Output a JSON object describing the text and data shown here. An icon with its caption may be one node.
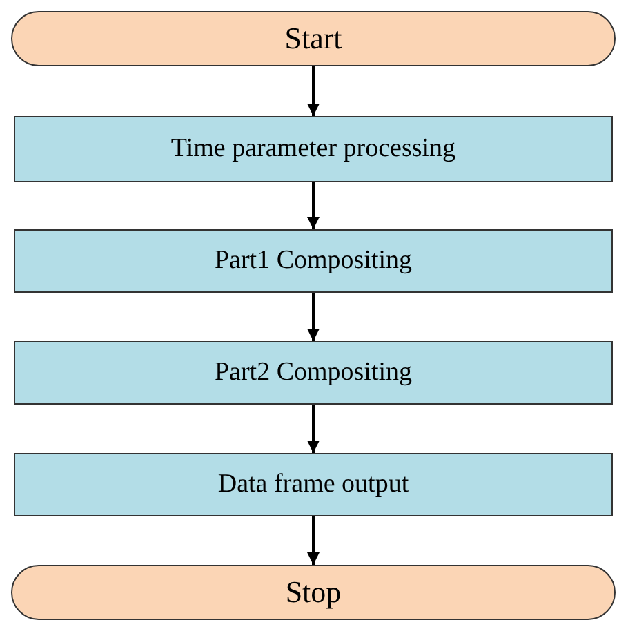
{
  "diagram": {
    "nodes": [
      {
        "text": [
          "Start"
        ]
      },
      {
        "text": [
          "Time parameter processing"
        ]
      },
      {
        "text": [
          "Part1 Compositing"
        ]
      },
      {
        "text": [
          "Part2 Compositing"
        ]
      },
      {
        "text": [
          "Data frame output"
        ]
      },
      {
        "text": [
          "Stop"
        ]
      }
    ],
    "edges": [
      {
        "from": 0,
        "to": 1,
        "arrow": "to"
      },
      {
        "from": 1,
        "to": 2,
        "arrow": "to"
      },
      {
        "from": 2,
        "to": 3,
        "arrow": "to"
      },
      {
        "from": 3,
        "to": 4,
        "arrow": "to"
      },
      {
        "from": 4,
        "to": 5,
        "arrow": "to"
      }
    ]
  }
}
